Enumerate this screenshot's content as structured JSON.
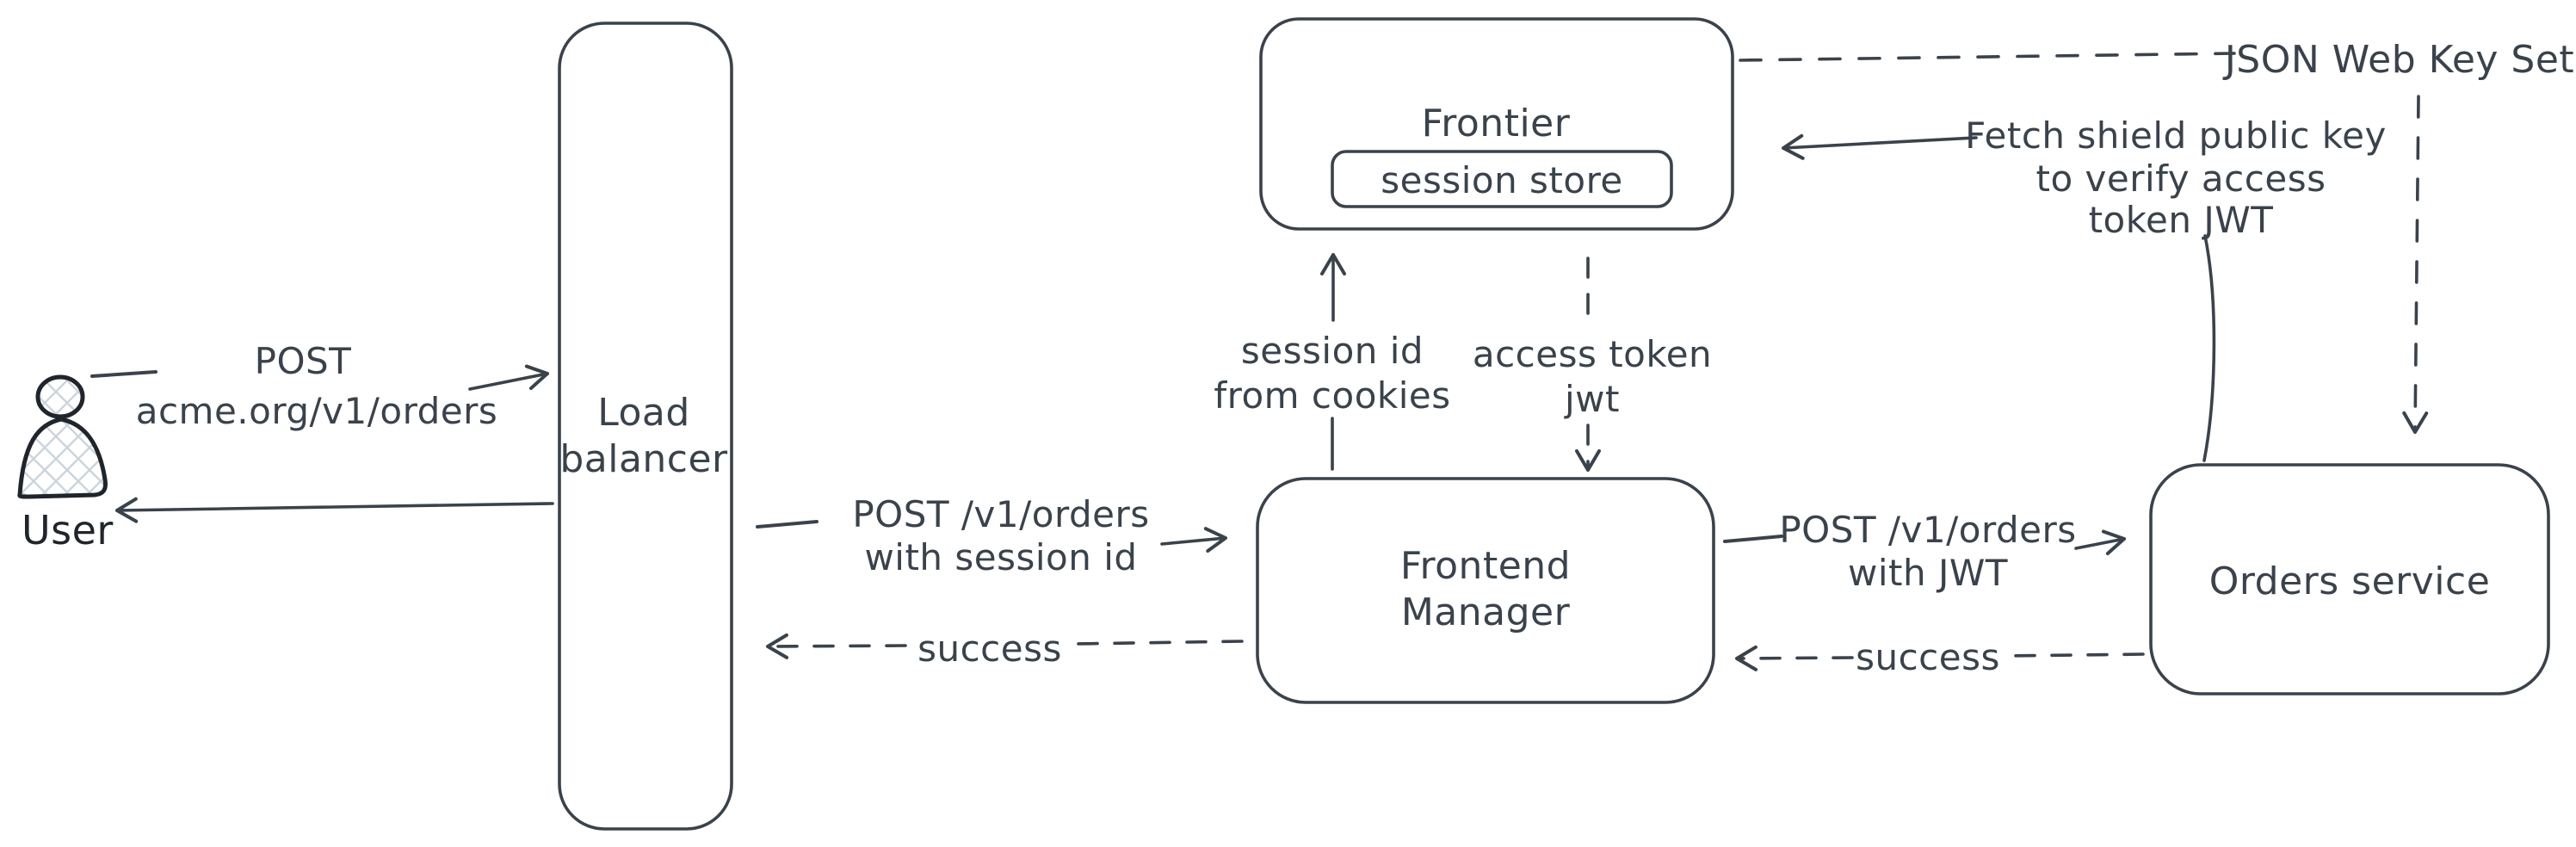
{
  "canvas": {
    "background": "#ffffff",
    "stroke_color": "#3a424b",
    "ink_color": "#20252b",
    "hatch_color": "#ccd4dc"
  },
  "actors": {
    "user": {
      "label": "User"
    }
  },
  "nodes": {
    "load_balancer": {
      "label_lines": [
        "Load",
        "balancer"
      ]
    },
    "frontier": {
      "label": "Frontier"
    },
    "session_store": {
      "label": "session store"
    },
    "frontend_manager": {
      "label_lines": [
        "Frontend",
        "Manager"
      ]
    },
    "orders_service": {
      "label": "Orders service"
    }
  },
  "edges": {
    "user_to_lb": {
      "label_lines": [
        "POST",
        "acme.org/v1/orders"
      ]
    },
    "lb_to_user": {
      "label": ""
    },
    "lb_to_fm": {
      "label_lines": [
        "POST /v1/orders",
        "with session id"
      ]
    },
    "fm_to_lb": {
      "label": "success"
    },
    "fm_to_frontier": {
      "label_lines": [
        "session id",
        "from cookies"
      ]
    },
    "frontier_to_fm": {
      "label_lines": [
        "access token",
        "jwt"
      ]
    },
    "fm_to_orders": {
      "label_lines": [
        "POST /v1/orders",
        "with JWT"
      ]
    },
    "orders_to_fm": {
      "label": "success"
    },
    "jwks": {
      "label": "JSON Web Key Set"
    },
    "fetch_key": {
      "label_lines": [
        "Fetch shield public key",
        "to verify access",
        "token JWT"
      ]
    }
  }
}
